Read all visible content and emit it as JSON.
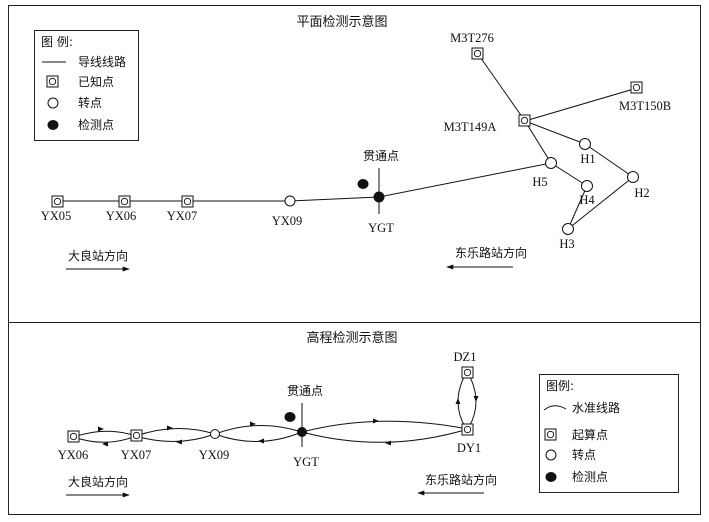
{
  "plan": {
    "title": "平面检测示意图",
    "legend": {
      "title": "图  例:",
      "items": [
        "导线线路",
        "已知点",
        "转点",
        "检测点"
      ]
    },
    "points": {
      "yx05": "YX05",
      "yx06": "YX06",
      "yx07": "YX07",
      "yx09": "YX09",
      "ygt": "YGT",
      "m3t276": "M3T276",
      "m3t150b": "M3T150B",
      "m3t149a": "M3T149A",
      "h1": "H1",
      "h2": "H2",
      "h3": "H3",
      "h4": "H4",
      "h5": "H5"
    },
    "breakthrough": "贯通点",
    "dir_left": "大良站方向",
    "dir_right": "东乐路站方向"
  },
  "elev": {
    "title": "高程检测示意图",
    "legend": {
      "title": "图例:",
      "items": [
        "水准线路",
        "起算点",
        "转点",
        "检测点"
      ]
    },
    "points": {
      "yx06": "YX06",
      "yx07": "YX07",
      "yx09": "YX09",
      "ygt": "YGT",
      "dz1": "DZ1",
      "dy1": "DY1"
    },
    "breakthrough": "贯通点",
    "dir_left": "大良站方向",
    "dir_right": "东乐路站方向"
  }
}
